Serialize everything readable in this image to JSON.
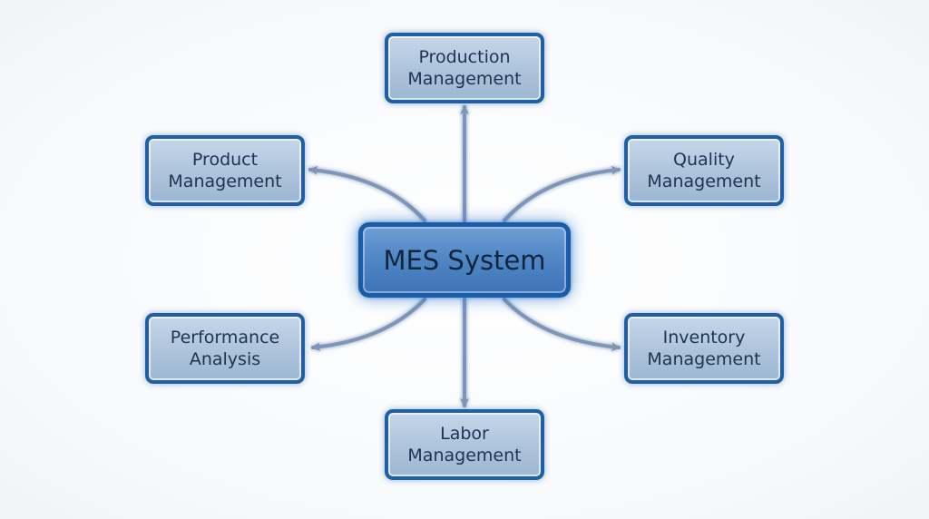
{
  "diagram": {
    "center": {
      "label": "MES System"
    },
    "nodes": {
      "production": {
        "label": "Production\nManagement"
      },
      "product": {
        "label": "Product\nManagement"
      },
      "quality": {
        "label": "Quality\nManagement"
      },
      "performance": {
        "label": "Performance\nAnalysis"
      },
      "inventory": {
        "label": "Inventory\nManagement"
      },
      "labor": {
        "label": "Labor\nManagement"
      }
    },
    "colors": {
      "border": "#1f5fa6",
      "node_fill": "#adc3dc",
      "center_fill": "#4f86c5",
      "arrow": "#7d95b8",
      "text": "#1d3350"
    }
  }
}
